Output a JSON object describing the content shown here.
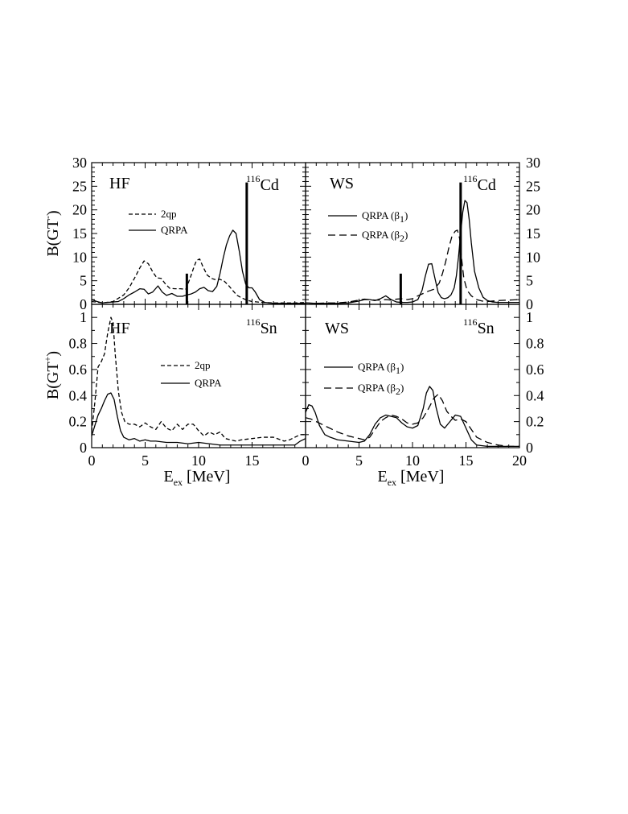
{
  "chart_data": [
    {
      "type": "line",
      "method": "HF",
      "nucleus": {
        "mass": "116",
        "symbol": "Cd"
      },
      "ylabel": {
        "base": "B(GT",
        "sup": "-",
        "close": ")"
      },
      "xlabel": "",
      "xlim": [
        0,
        20
      ],
      "ylim": [
        0,
        30
      ],
      "yticks": [
        "0",
        "5",
        "10",
        "15",
        "20",
        "25",
        "30"
      ],
      "legend": [
        {
          "label": "2qp",
          "style": "short-dash"
        },
        {
          "label": "QRPA",
          "style": "solid"
        }
      ],
      "series": [
        {
          "name": "2qp",
          "style": "short-dash",
          "x": [
            0,
            1,
            2,
            3,
            3.5,
            4,
            4.5,
            4.9,
            5.3,
            5.7,
            6.1,
            6.5,
            6.9,
            7.3,
            7.8,
            8.3,
            8.8,
            9.2,
            9.5,
            9.8,
            10.1,
            10.4,
            10.8,
            11.2,
            11.6,
            12,
            12.4,
            12.8,
            13.2,
            13.6,
            14,
            14.5,
            15,
            16,
            17,
            18,
            19,
            20
          ],
          "y": [
            0.6,
            0.3,
            0.6,
            2.0,
            3.5,
            5.5,
            7.7,
            9.2,
            8.6,
            6.9,
            5.6,
            5.5,
            4.3,
            3.4,
            3.3,
            3.3,
            3.2,
            5.5,
            7.5,
            9.3,
            9.6,
            8.0,
            6.2,
            5.5,
            5.2,
            5.3,
            4.9,
            4.0,
            2.9,
            1.9,
            1.4,
            0.9,
            0.6,
            0.4,
            0.3,
            0.3,
            0.3,
            0.4
          ]
        },
        {
          "name": "QRPA",
          "style": "solid",
          "x": [
            0,
            0.5,
            1,
            1.5,
            2,
            2.5,
            3,
            3.5,
            4,
            4.5,
            4.9,
            5.3,
            5.7,
            6.2,
            6.6,
            7,
            7.5,
            8,
            8.5,
            8.9,
            9.3,
            9.7,
            10.1,
            10.5,
            10.9,
            11.3,
            11.7,
            12,
            12.3,
            12.6,
            12.9,
            13.2,
            13.5,
            13.8,
            14.1,
            14.4,
            14.7,
            15,
            15.3,
            15.7,
            16.2,
            17,
            18,
            19,
            20
          ],
          "y": [
            1.0,
            0.6,
            0.3,
            0.4,
            0.5,
            0.6,
            1.2,
            2.0,
            2.6,
            3.3,
            3.2,
            2.2,
            2.6,
            3.9,
            2.6,
            1.9,
            2.3,
            1.7,
            1.7,
            2.0,
            2.2,
            2.6,
            3.3,
            3.6,
            2.9,
            2.7,
            3.8,
            6.5,
            9.8,
            12.6,
            14.5,
            15.7,
            15.0,
            11.3,
            7.0,
            4.3,
            3.5,
            3.5,
            2.6,
            1.0,
            0.4,
            0.2,
            0.2,
            0.2,
            0.2
          ]
        }
      ],
      "stems": [
        {
          "x": 8.9,
          "y": 6.5
        },
        {
          "x": 14.5,
          "y": 25.8
        }
      ]
    },
    {
      "type": "line",
      "method": "WS",
      "nucleus": {
        "mass": "116",
        "symbol": "Cd"
      },
      "xlabel": "",
      "xlim": [
        0,
        20
      ],
      "ylim": [
        0,
        30
      ],
      "yticks": [
        "0",
        "5",
        "10",
        "15",
        "20",
        "25",
        "30"
      ],
      "legend": [
        {
          "label": "QRPA (β",
          "sub": "1",
          "close": ")",
          "style": "solid"
        },
        {
          "label": "QRPA (β",
          "sub": "2",
          "close": ")",
          "style": "long-dash"
        }
      ],
      "series": [
        {
          "name": "QRPA (β1)",
          "style": "solid",
          "x": [
            0,
            1,
            2,
            3,
            4,
            4.5,
            5,
            5.5,
            6,
            6.5,
            7,
            7.5,
            8,
            8.5,
            9,
            9.5,
            10,
            10.5,
            10.9,
            11.2,
            11.5,
            11.8,
            12.1,
            12.4,
            12.7,
            13,
            13.3,
            13.6,
            13.9,
            14.1,
            14.3,
            14.5,
            14.7,
            14.9,
            15.1,
            15.3,
            15.5,
            15.8,
            16.2,
            16.6,
            17,
            17.5,
            18,
            19,
            20
          ],
          "y": [
            0.3,
            0.2,
            0.2,
            0.2,
            0.3,
            0.5,
            0.7,
            1.0,
            1.0,
            0.8,
            1.2,
            1.8,
            1.0,
            0.5,
            0.4,
            0.4,
            0.5,
            1.0,
            3.0,
            6.0,
            8.5,
            8.6,
            5.5,
            2.5,
            1.4,
            1.2,
            1.4,
            2.0,
            3.5,
            6.0,
            10.0,
            15.0,
            19.5,
            22.0,
            21.5,
            18.0,
            13.0,
            7.0,
            3.5,
            1.5,
            0.8,
            0.5,
            0.4,
            0.4,
            0.4
          ]
        },
        {
          "name": "QRPA (β2)",
          "style": "long-dash",
          "x": [
            0,
            1,
            2,
            3,
            4,
            4.5,
            5,
            5.5,
            6,
            6.5,
            7,
            7.5,
            8,
            8.5,
            9,
            9.5,
            10,
            10.5,
            11,
            11.5,
            12,
            12.5,
            12.8,
            13.1,
            13.4,
            13.7,
            14,
            14.2,
            14.4,
            14.6,
            14.8,
            15.1,
            15.5,
            16,
            16.5,
            17,
            18,
            19,
            20
          ],
          "y": [
            0.3,
            0.2,
            0.3,
            0.3,
            0.5,
            0.7,
            0.9,
            1.1,
            1.0,
            0.9,
            0.9,
            1.0,
            0.9,
            1.1,
            1.2,
            1.0,
            1.2,
            1.8,
            2.3,
            2.8,
            3.2,
            4.5,
            6.5,
            9.0,
            12.0,
            14.5,
            15.5,
            15.7,
            14.0,
            9.5,
            5.5,
            3.0,
            1.8,
            1.0,
            0.7,
            0.6,
            0.8,
            0.9,
            1.0
          ]
        }
      ],
      "stems": [
        {
          "x": 8.9,
          "y": 6.5
        },
        {
          "x": 14.5,
          "y": 25.8
        }
      ]
    },
    {
      "type": "line",
      "method": "HF",
      "nucleus": {
        "mass": "116",
        "symbol": "Sn"
      },
      "ylabel": {
        "base": "B(GT",
        "sup": "+",
        "close": ")"
      },
      "xlabel": {
        "base": "E",
        "sub": "ex",
        "rest": " [MeV]"
      },
      "xlim": [
        0,
        20
      ],
      "ylim": [
        0,
        1.1
      ],
      "xticks": [
        "0",
        "5",
        "10",
        "15"
      ],
      "yticks": [
        "0",
        "0.2",
        "0.4",
        "0.6",
        "0.8",
        "1"
      ],
      "legend": [
        {
          "label": "2qp",
          "style": "short-dash"
        },
        {
          "label": "QRPA",
          "style": "solid"
        }
      ],
      "series": [
        {
          "name": "2qp",
          "style": "short-dash",
          "x": [
            0,
            0.3,
            0.6,
            0.9,
            1.2,
            1.5,
            1.8,
            2.0,
            2.2,
            2.5,
            2.8,
            3.1,
            3.5,
            4.0,
            4.5,
            5.0,
            5.5,
            6.0,
            6.5,
            7.0,
            7.5,
            8.0,
            8.5,
            9.0,
            9.5,
            10.0,
            10.5,
            11.0,
            11.5,
            12.0,
            12.5,
            13.0,
            13.5,
            14.0,
            15.0,
            16.0,
            17.0,
            18.0,
            18.5,
            19.0,
            19.5,
            20.0
          ],
          "y": [
            0.12,
            0.35,
            0.62,
            0.66,
            0.72,
            0.88,
            1.0,
            0.96,
            0.72,
            0.43,
            0.27,
            0.2,
            0.18,
            0.18,
            0.16,
            0.19,
            0.16,
            0.14,
            0.2,
            0.15,
            0.13,
            0.18,
            0.14,
            0.18,
            0.18,
            0.13,
            0.09,
            0.12,
            0.1,
            0.12,
            0.07,
            0.06,
            0.05,
            0.06,
            0.07,
            0.08,
            0.08,
            0.05,
            0.06,
            0.08,
            0.1,
            0.1
          ]
        },
        {
          "name": "QRPA",
          "style": "solid",
          "x": [
            0,
            0.3,
            0.6,
            0.9,
            1.2,
            1.5,
            1.8,
            2.1,
            2.4,
            2.7,
            3.0,
            3.5,
            4.0,
            4.5,
            5.0,
            5.5,
            6.0,
            7.0,
            8.0,
            9.0,
            10.0,
            11.0,
            12.0,
            13.0,
            14.0,
            15.0,
            16.0,
            17.0,
            18.0,
            19.0,
            19.5,
            20.0
          ],
          "y": [
            0.09,
            0.17,
            0.25,
            0.3,
            0.36,
            0.41,
            0.42,
            0.37,
            0.24,
            0.13,
            0.08,
            0.06,
            0.07,
            0.05,
            0.06,
            0.05,
            0.05,
            0.04,
            0.04,
            0.03,
            0.04,
            0.03,
            0.02,
            0.02,
            0.02,
            0.02,
            0.02,
            0.02,
            0.02,
            0.02,
            0.05,
            0.07
          ]
        }
      ]
    },
    {
      "type": "line",
      "method": "WS",
      "nucleus": {
        "mass": "116",
        "symbol": "Sn"
      },
      "xlabel": {
        "base": "E",
        "sub": "ex",
        "rest": " [MeV]"
      },
      "xlim": [
        0,
        20
      ],
      "ylim": [
        0,
        1.1
      ],
      "xticks": [
        "0",
        "5",
        "10",
        "15",
        "20"
      ],
      "yticks": [
        "0",
        "0.2",
        "0.4",
        "0.6",
        "0.8",
        "1"
      ],
      "legend": [
        {
          "label": "QRPA (β",
          "sub": "1",
          "close": ")",
          "style": "solid"
        },
        {
          "label": "QRPA (β",
          "sub": "2",
          "close": ")",
          "style": "long-dash"
        }
      ],
      "series": [
        {
          "name": "QRPA (β1)",
          "style": "solid",
          "x": [
            0,
            0.3,
            0.6,
            0.9,
            1.3,
            1.8,
            2.3,
            3.0,
            4.0,
            5.0,
            5.5,
            6.0,
            6.5,
            7.0,
            7.5,
            8.0,
            8.5,
            9.0,
            9.5,
            10.0,
            10.5,
            11.0,
            11.3,
            11.6,
            11.9,
            12.2,
            12.6,
            13.0,
            13.5,
            14.0,
            14.5,
            15.0,
            15.5,
            16.0,
            17.0,
            18.0,
            19.0,
            20.0
          ],
          "y": [
            0.27,
            0.33,
            0.32,
            0.27,
            0.17,
            0.1,
            0.08,
            0.06,
            0.05,
            0.04,
            0.05,
            0.1,
            0.18,
            0.23,
            0.25,
            0.24,
            0.23,
            0.19,
            0.16,
            0.15,
            0.17,
            0.3,
            0.42,
            0.47,
            0.44,
            0.31,
            0.18,
            0.15,
            0.2,
            0.25,
            0.24,
            0.15,
            0.06,
            0.02,
            0.01,
            0.01,
            0.01,
            0.01
          ]
        },
        {
          "name": "QRPA (β2)",
          "style": "long-dash",
          "x": [
            0,
            0.5,
            1.0,
            2.0,
            3.0,
            4.0,
            5.0,
            5.5,
            6.0,
            6.5,
            7.0,
            7.5,
            8.0,
            8.5,
            9.0,
            9.5,
            10.0,
            10.5,
            11.0,
            11.5,
            12.0,
            12.4,
            12.8,
            13.2,
            13.6,
            14.0,
            14.5,
            15.0,
            15.5,
            16.0,
            17.0,
            18.0,
            19.0,
            20.0
          ],
          "y": [
            0.23,
            0.22,
            0.2,
            0.16,
            0.12,
            0.09,
            0.07,
            0.06,
            0.08,
            0.14,
            0.2,
            0.23,
            0.25,
            0.24,
            0.22,
            0.19,
            0.18,
            0.19,
            0.23,
            0.3,
            0.38,
            0.41,
            0.36,
            0.28,
            0.24,
            0.21,
            0.22,
            0.2,
            0.14,
            0.08,
            0.04,
            0.02,
            0.01,
            0.01
          ]
        }
      ]
    }
  ]
}
